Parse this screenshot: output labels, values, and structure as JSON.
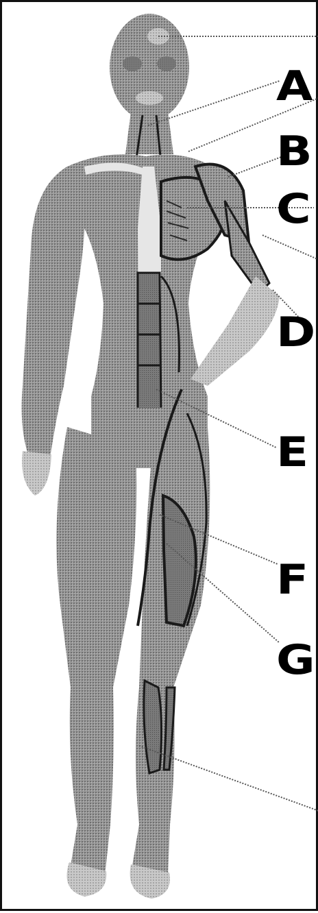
{
  "diagram": {
    "labels": [
      "A",
      "B",
      "C",
      "D",
      "E",
      "F",
      "G"
    ],
    "colors": {
      "muscle": "#8c8c8c",
      "highlight": "#d9d9d9",
      "outline": "#1a1a1a",
      "leader": "#555555"
    }
  }
}
